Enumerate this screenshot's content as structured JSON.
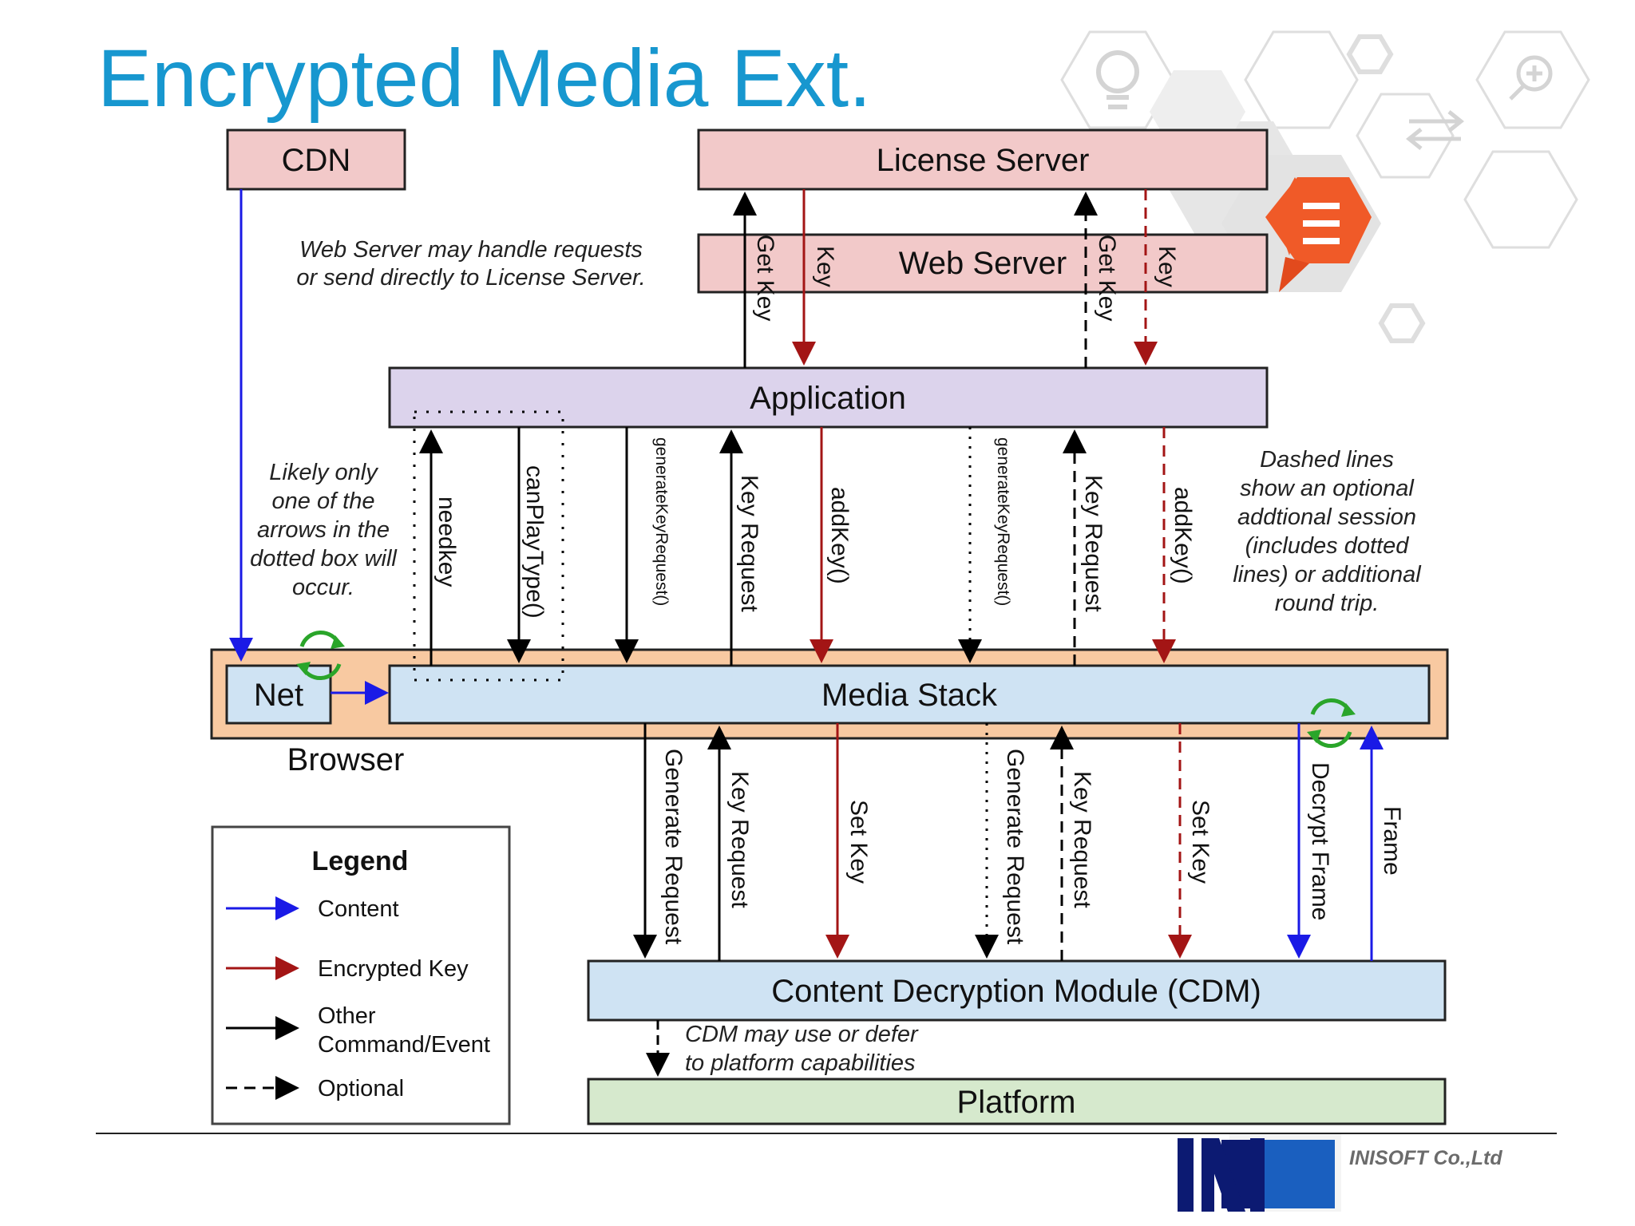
{
  "title": "Encrypted Media Ext.",
  "boxes": {
    "cdn": "CDN",
    "license_server": "License Server",
    "web_server": "Web Server",
    "application": "Application",
    "net": "Net",
    "media_stack": "Media Stack",
    "browser": "Browser",
    "cdm": "Content Decryption Module (CDM)",
    "platform": "Platform"
  },
  "notes": {
    "web_server_note": [
      "Web Server may handle requests",
      "or send directly to License Server."
    ],
    "dotted_box_note": [
      "Likely only",
      "one of the",
      "arrows in the",
      "dotted box will",
      "occur."
    ],
    "dashed_lines_note": [
      "Dashed lines",
      "show an optional",
      "addtional session",
      "(includes dotted",
      "lines) or additional",
      "round trip."
    ],
    "cdm_note": [
      "CDM may use or defer",
      "to platform capabilities"
    ]
  },
  "arrow_labels": {
    "get_key": "Get Key",
    "key": "Key",
    "get_key_optional": "Get Key",
    "key_optional": "Key",
    "needkey": "needkey",
    "can_play_type": "canPlayType()",
    "generate_key_request": "generateKeyRequest()",
    "key_request": "Key Request",
    "add_key": "addKey()",
    "generate_key_request_optional": "generateKeyRequest()",
    "key_request_optional": "Key Request",
    "add_key_optional": "addKey()",
    "generate_request": "Generate Request",
    "key_request_cdm": "Key Request",
    "set_key": "Set Key",
    "generate_request_optional": "Generate Request",
    "key_request_cdm_optional": "Key Request",
    "set_key_optional": "Set Key",
    "decrypt_frame": "Decrypt Frame",
    "frame": "Frame"
  },
  "legend": {
    "title": "Legend",
    "content": "Content",
    "encrypted_key": "Encrypted Key",
    "other_line1": "Other",
    "other_line2": "Command/Event",
    "optional": "Optional"
  },
  "company": "INISOFT Co.,Ltd",
  "colors": {
    "title": "#1797cf",
    "content_arrow": "#1a1ae6",
    "encrypted_key_arrow": "#a31515",
    "command_arrow": "#000000",
    "server_fill": "#f2c9c9",
    "application_fill": "#dcd3ec",
    "media_fill": "#cfe3f3",
    "browser_fill": "#f8c9a1",
    "platform_fill": "#d6e9cd",
    "refresh_icon": "#2aa52a",
    "chat_icon": "#f05a28"
  },
  "icons": [
    "lightbulb-icon",
    "exchange-arrows-icon",
    "search-plus-icon",
    "chat-menu-icon",
    "refresh-cycle-icon",
    "inisoft-logo"
  ]
}
